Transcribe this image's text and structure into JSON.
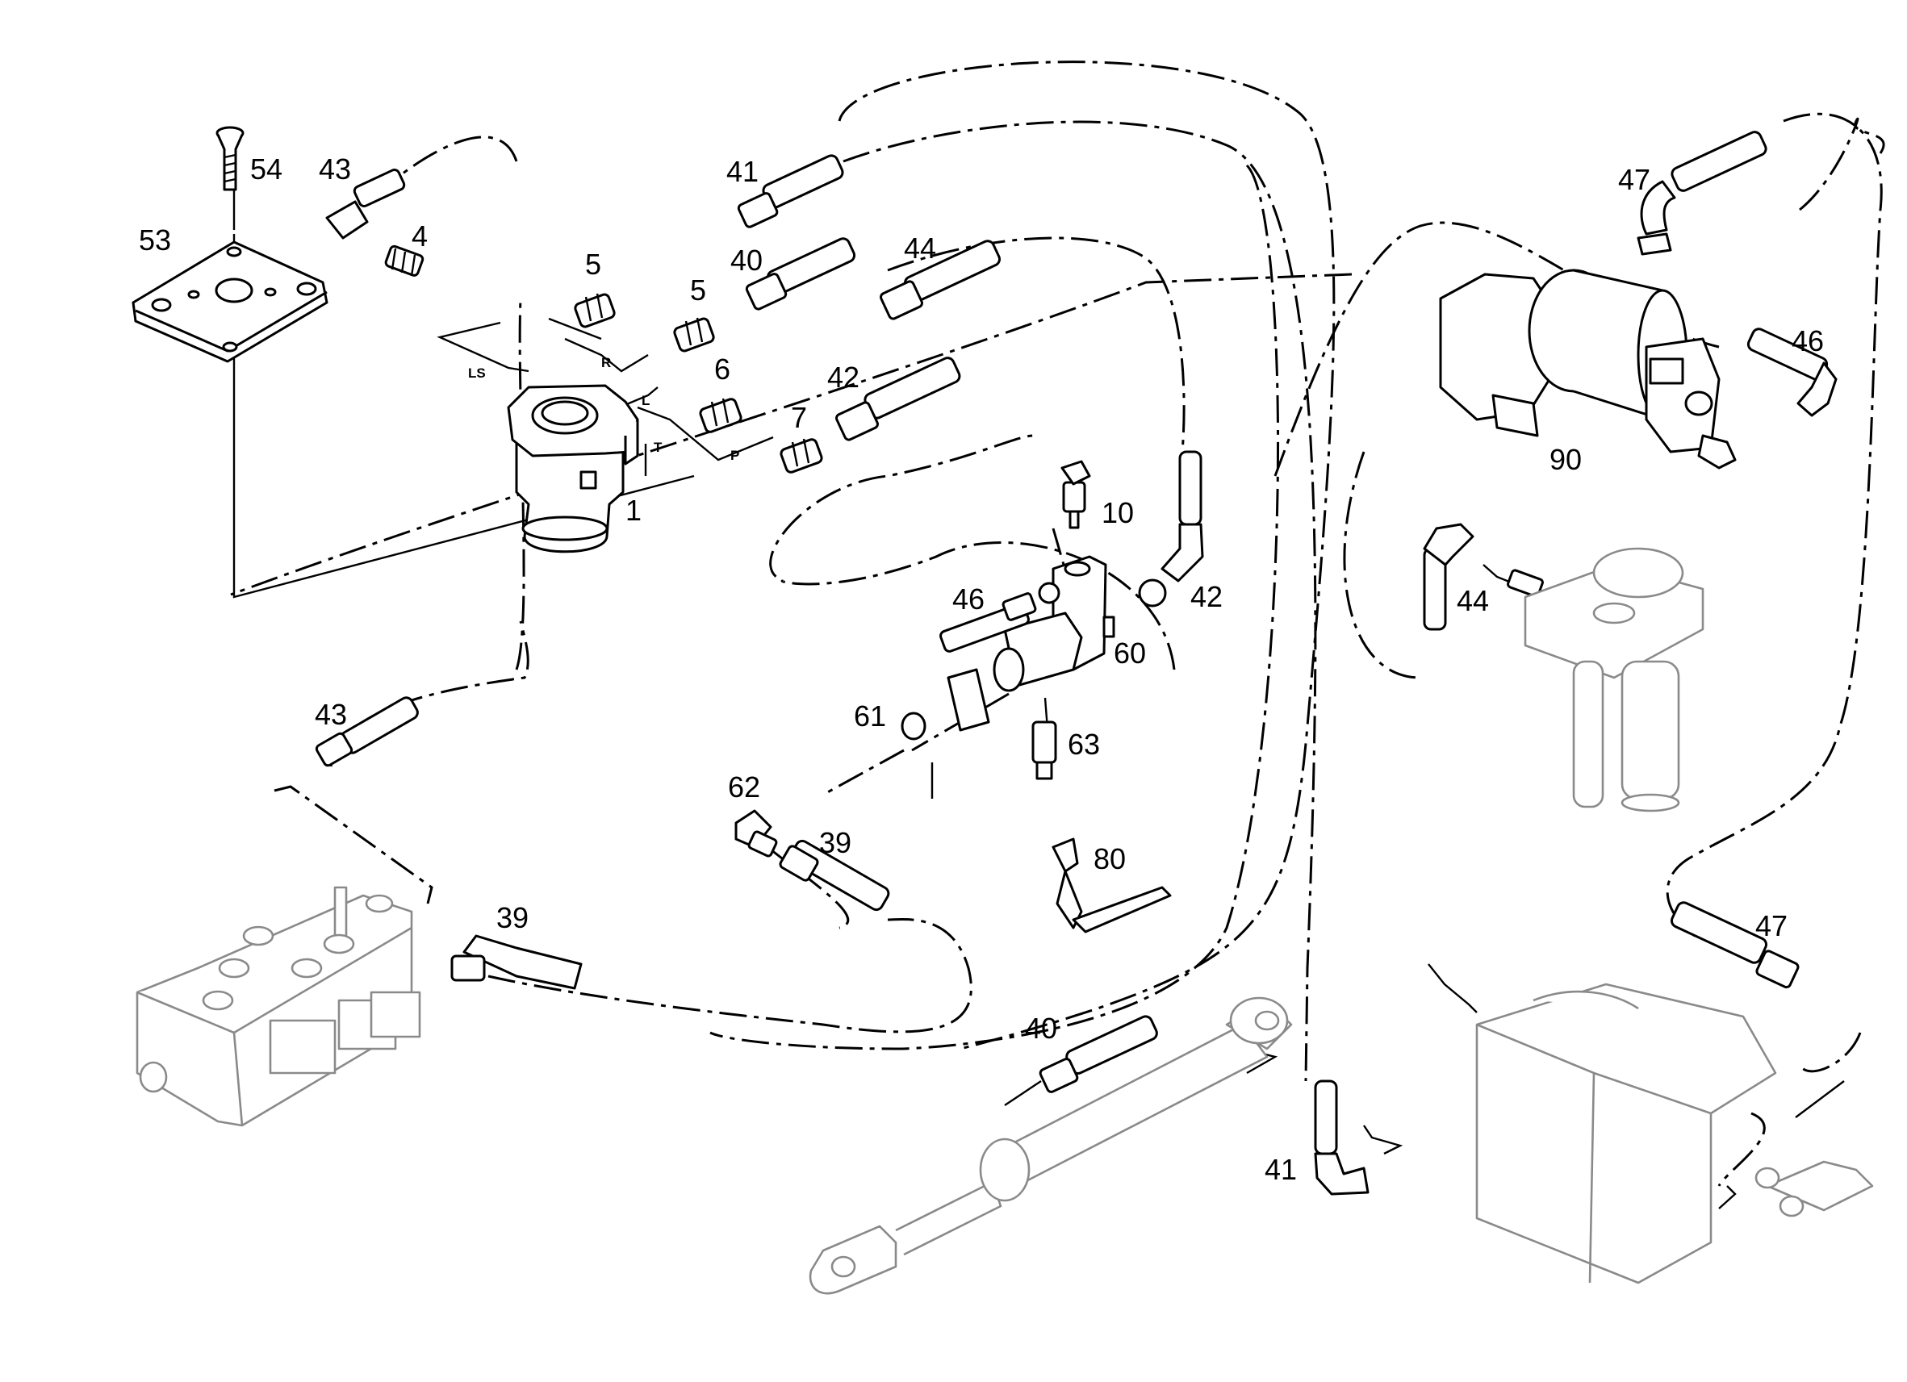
{
  "labels": {
    "l1": "1",
    "l4": "4",
    "l5a": "5",
    "l5b": "5",
    "l6": "6",
    "l7": "7",
    "l10": "10",
    "l39a": "39",
    "l39b": "39",
    "l40a": "40",
    "l40b": "40",
    "l41a": "41",
    "l41b": "41",
    "l42a": "42",
    "l42b": "42",
    "l43a": "43",
    "l43b": "43",
    "l44a": "44",
    "l44b": "44",
    "l46a": "46",
    "l46b": "46",
    "l47a": "47",
    "l47b": "47",
    "l53": "53",
    "l54": "54",
    "l60": "60",
    "l61": "61",
    "l62": "62",
    "l63": "63",
    "l80": "80",
    "l90": "90"
  },
  "ports": {
    "ls": "LS",
    "r": "R",
    "l": "L",
    "t": "T",
    "p": "P"
  }
}
